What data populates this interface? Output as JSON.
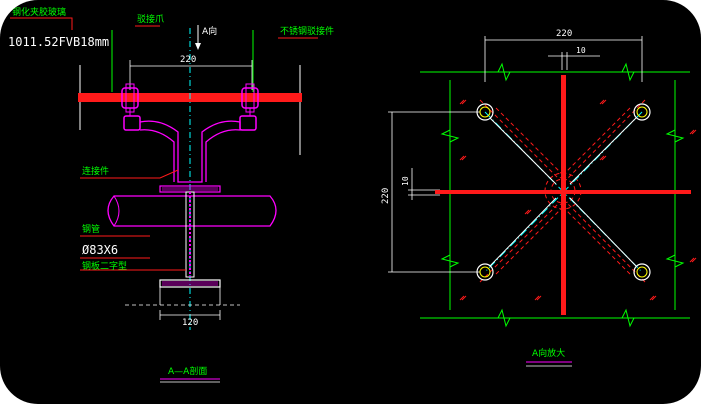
{
  "left_view": {
    "label_glass": "钢化夹胶玻璃",
    "label_glass_spec": "1011.52FVB18mm",
    "label_claw": "驳接爪",
    "label_a_view": "A向",
    "label_head": "不锈钢驳接件",
    "dim_220": "220",
    "label_connector": "连接件",
    "label_pipe": "钢管",
    "label_pipe_spec": "Ø83X6",
    "label_plate": "钢板二字型",
    "dim_120": "120",
    "title": "A—A剖面"
  },
  "right_view": {
    "dim_220": "220",
    "dim_10_top": "10",
    "dim_10_side": "10",
    "dim_220_side": "220",
    "title": "A向放大"
  },
  "colors": {
    "background": "#000000",
    "frame": "#ffffff",
    "red_member": "#ff1a1a",
    "magenta": "#ff00ff",
    "green": "#00ff00",
    "cyan": "#00ffff",
    "white_line": "#ffffff",
    "yellow": "#ffff00"
  }
}
